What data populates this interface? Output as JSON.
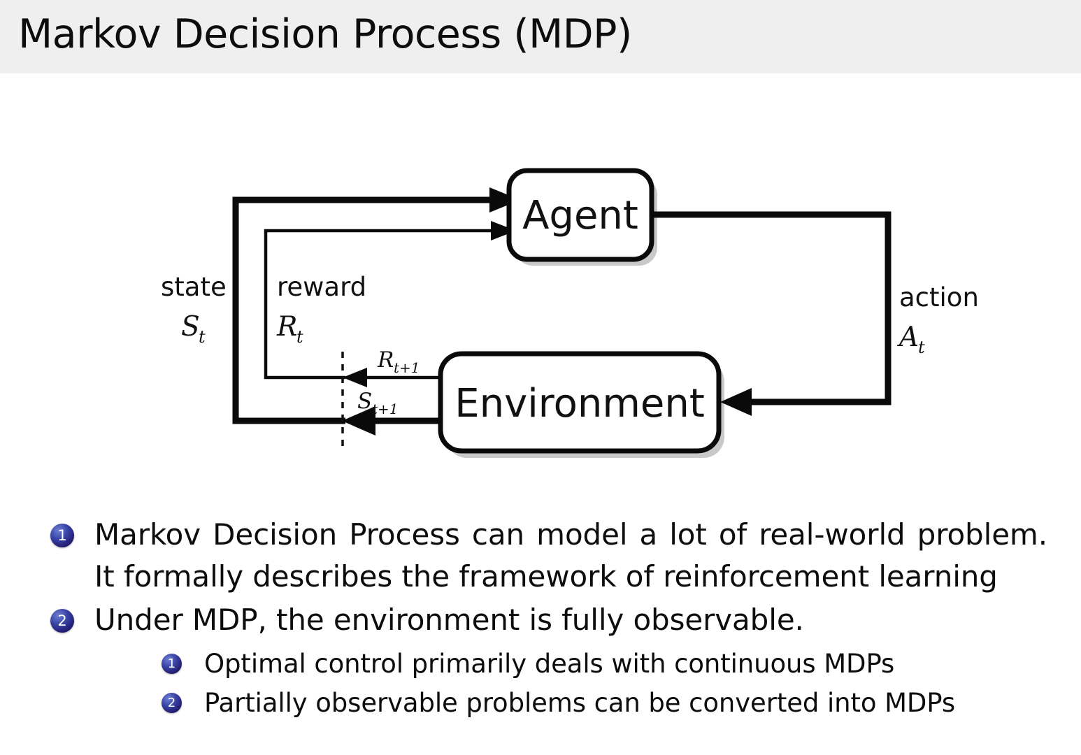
{
  "slide": {
    "title": "Markov Decision Process (MDP)"
  },
  "diagram": {
    "name": "agent-environment-interaction-loop",
    "boxes": {
      "agent": "Agent",
      "environment": "Environment"
    },
    "labels": {
      "state_word": "state",
      "state_symbol": "S",
      "state_subscript": "t",
      "reward_word": "reward",
      "reward_symbol": "R",
      "reward_subscript": "t",
      "action_word": "action",
      "action_symbol": "A",
      "action_subscript": "t",
      "reward_next_symbol": "R",
      "reward_next_subscript": "t+1",
      "state_next_symbol": "S",
      "state_next_subscript": "t+1"
    }
  },
  "bullets": [
    {
      "number": "1",
      "text": "Markov Decision Process can model a lot of real-world problem. It formally describes the framework of reinforcement learning",
      "children": []
    },
    {
      "number": "2",
      "text": "Under MDP, the environment is fully observable.",
      "children": [
        {
          "number": "1",
          "text": "Optimal control primarily deals with continuous MDPs"
        },
        {
          "number": "2",
          "text": "Partially observable problems can be converted into MDPs"
        }
      ]
    }
  ],
  "colors": {
    "header_background": "#efefef",
    "page_background": "#ffffff",
    "text": "#0d0d0d",
    "bullet_badge": "#231d72",
    "diagram_stroke": "#0a0a0a"
  }
}
